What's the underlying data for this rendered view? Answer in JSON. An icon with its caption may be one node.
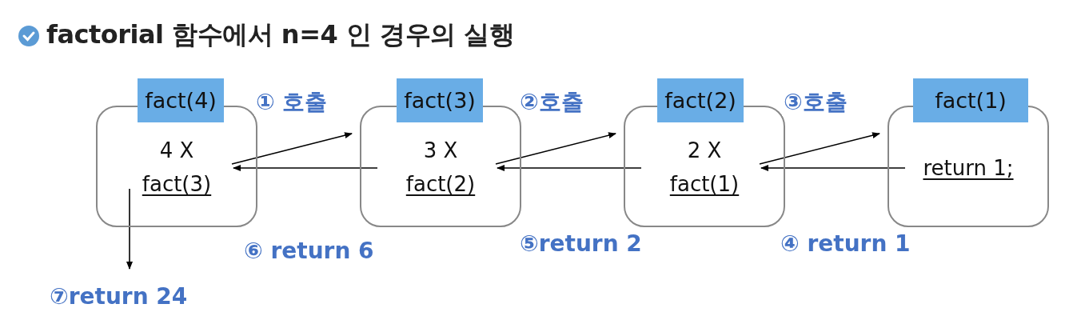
{
  "diagram": {
    "title": "factorial 함수에서 n=4 인 경우의 실행",
    "nodes": [
      {
        "text": [
          "fact(4)",
          "4 X",
          "fact(3)"
        ]
      },
      {
        "text": [
          "fact(3)",
          "3 X",
          "fact(2)"
        ]
      },
      {
        "text": [
          "fact(2)",
          "2 X",
          "fact(1)"
        ]
      },
      {
        "text": [
          "fact(1)",
          "return 1;"
        ]
      }
    ],
    "edges": [
      {
        "from": 0,
        "to": 1,
        "arrow": "to",
        "label": "① 호출"
      },
      {
        "from": 1,
        "to": 2,
        "arrow": "to",
        "label": "②호출"
      },
      {
        "from": 2,
        "to": 3,
        "arrow": "to",
        "label": "③호출"
      },
      {
        "from": 3,
        "to": 2,
        "arrow": "to",
        "label": "④ return 1"
      },
      {
        "from": 2,
        "to": 1,
        "arrow": "to",
        "label": "⑤return 2"
      },
      {
        "from": 1,
        "to": 0,
        "arrow": "to",
        "label": "⑥ return 6"
      },
      {
        "from": 0,
        "to": null,
        "arrow": "to",
        "label": "⑦return 24"
      }
    ]
  }
}
